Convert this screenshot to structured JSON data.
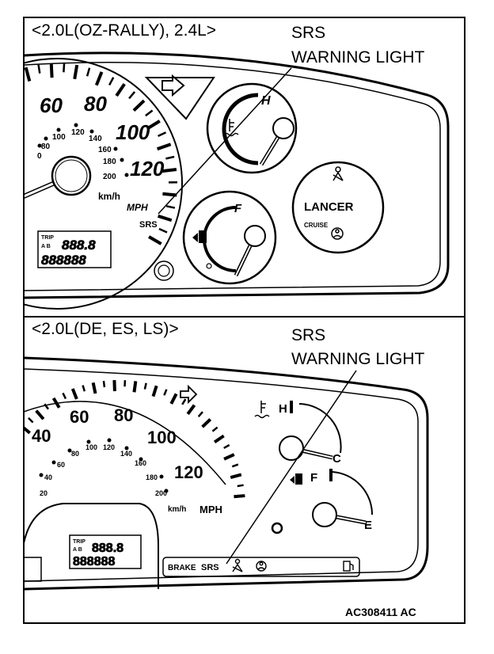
{
  "figure_id": "AC308411 AC",
  "top_panel": {
    "caption": "<2.0L(OZ-RALLY), 2.4L>",
    "callout": [
      "SRS",
      "WARNING LIGHT"
    ],
    "speedo_major": [
      "60",
      "80",
      "100",
      "120"
    ],
    "speedo_minor": [
      "80",
      "100",
      "120",
      "140",
      "160",
      "180",
      "200"
    ],
    "speedo_zero": "0",
    "unit_kmh": "km/h",
    "unit_mph": "MPH",
    "srs_label": "SRS",
    "trip_label": [
      "TRIP",
      "A B"
    ],
    "trip_digits": "888.8",
    "odo_digits": "888888",
    "temp_mark": "H",
    "fuel_mark": "F",
    "brand": "LANCER",
    "cruise": "CRUISE"
  },
  "bottom_panel": {
    "caption": "<2.0L(DE, ES, LS)>",
    "callout": [
      "SRS",
      "WARNING LIGHT"
    ],
    "speedo_major": [
      "40",
      "60",
      "80",
      "100",
      "120"
    ],
    "speedo_minor": [
      "20",
      "40",
      "60",
      "80",
      "100",
      "120",
      "140",
      "160",
      "180",
      "200"
    ],
    "unit_kmh": "km/h",
    "unit_mph": "MPH",
    "trip_label": [
      "TRIP",
      "A B"
    ],
    "trip_digits": "888.8",
    "odo_digits": "888888",
    "temp_marks": [
      "H",
      "C"
    ],
    "fuel_marks": [
      "F",
      "E"
    ],
    "indicators": [
      "BRAKE",
      "SRS"
    ]
  }
}
